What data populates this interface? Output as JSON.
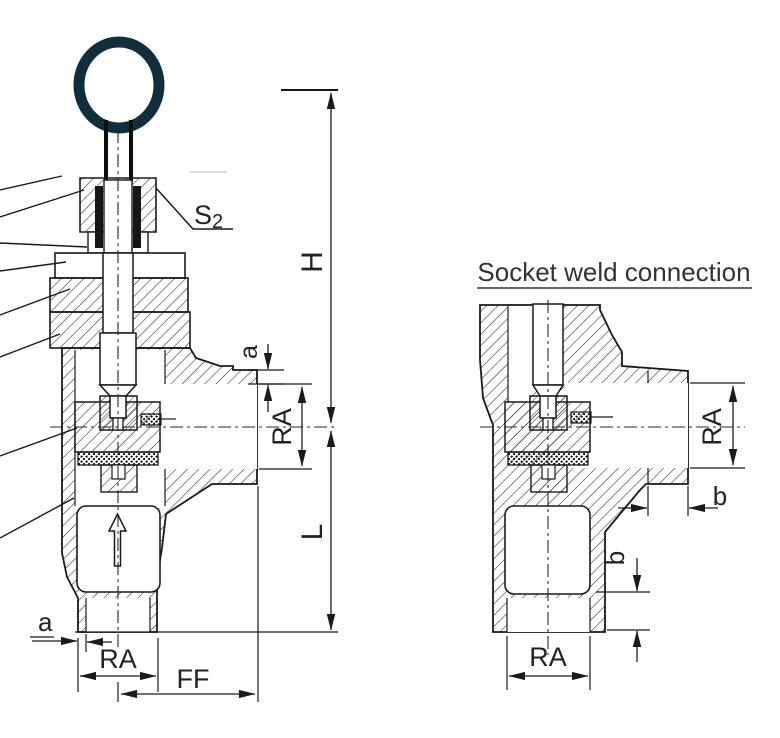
{
  "drawing": {
    "background": "#ffffff",
    "line_color": "#1a1a1a",
    "handle_color": "#102e3c"
  },
  "left_view": {
    "labels": {
      "s2_main": "S",
      "s2_sub": "2",
      "h": "H",
      "l": "L",
      "a_top": "a",
      "ra_side": "RA",
      "a_bottom": "a",
      "ra_bottom": "RA",
      "ff": "FF"
    }
  },
  "right_view": {
    "title": "Socket weld connection",
    "labels": {
      "ra_side": "RA",
      "b_side": "b",
      "b_bottom": "b",
      "ra_bottom": "RA"
    }
  }
}
